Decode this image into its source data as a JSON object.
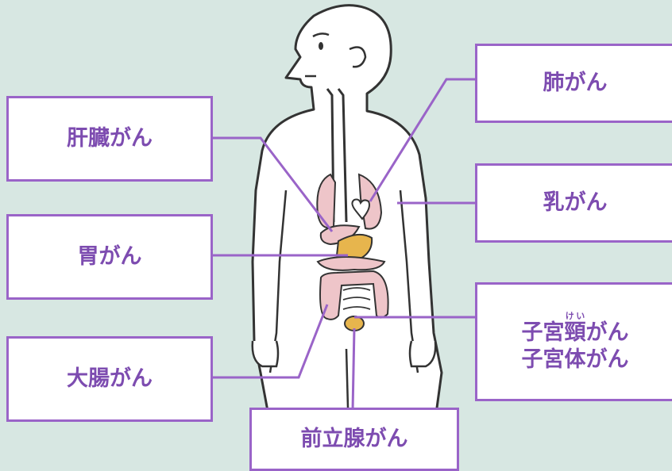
{
  "colors": {
    "background": "#d7e7e2",
    "accent": "#9a64c8",
    "label_text": "#7d4cb0",
    "body_fill": "#ffffff",
    "outline": "#333333",
    "organ_pink": "#eec5c9",
    "stomach": "#e7b54d"
  },
  "labels": {
    "liver": "肝臓がん",
    "stomach": "胃がん",
    "colon": "大腸がん",
    "lung": "肺がん",
    "breast": "乳がん",
    "uterus_prefix": "子宮",
    "uterus_kanji": "頸",
    "uterus_reading": "けい",
    "uterus_suffix": "がん",
    "uterine_body": "子宮体がん",
    "prostate": "前立腺がん"
  },
  "icons": [
    "human-body-illustration"
  ]
}
